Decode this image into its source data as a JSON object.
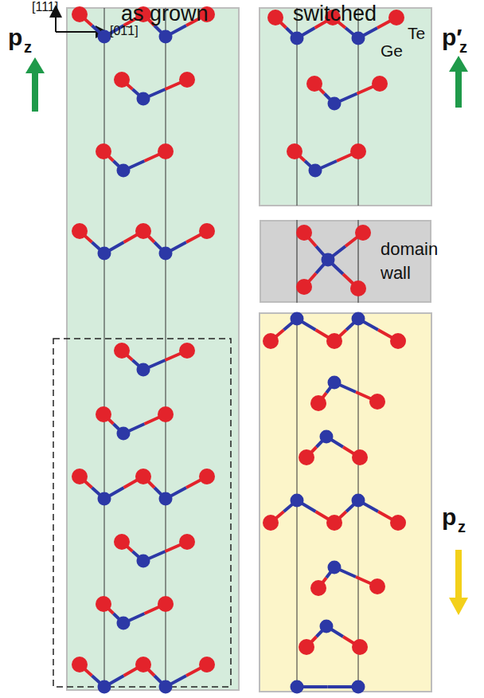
{
  "diagram": {
    "nodes": [
      {
        "text": [
          "domain wall"
        ]
      }
    ],
    "labels": [
      "[111]",
      "[01̄1]",
      "as grown",
      "switched",
      "Te",
      "Ge",
      "p",
      "z",
      "p′",
      "z",
      "p",
      "z"
    ]
  }
}
